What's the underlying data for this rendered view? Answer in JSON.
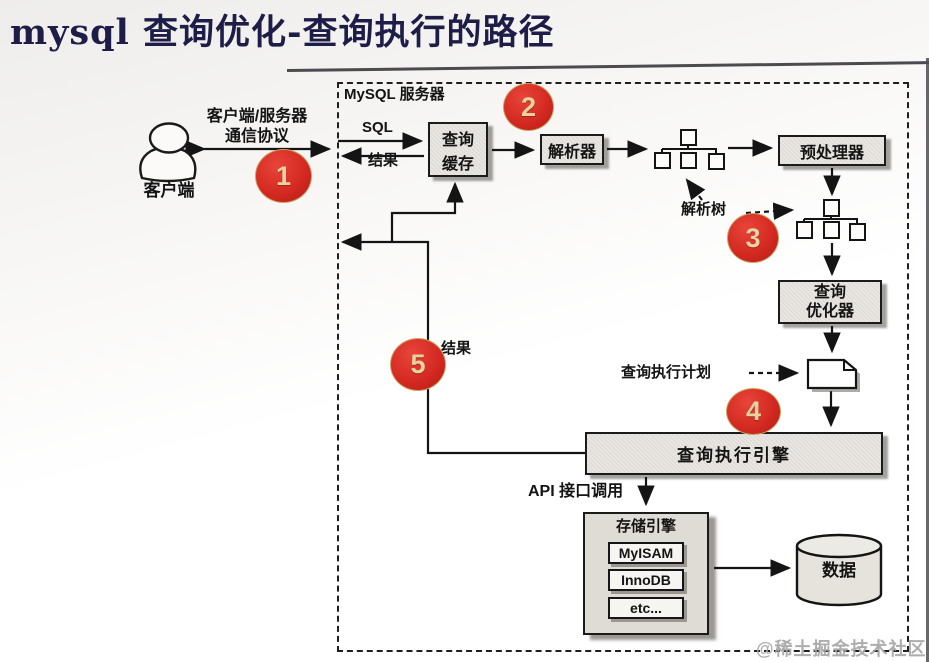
{
  "page": {
    "title": "mysql 查询优化-查询执行的路径",
    "watermark": "@稀土掘金技术社区"
  },
  "diagram": {
    "server_label": "MySQL 服务器",
    "client": {
      "label": "客户端",
      "protocol_line1": "客户端/服务器",
      "protocol_line2": "通信协议"
    },
    "labels": {
      "sql": "SQL",
      "result_to_client": "结果",
      "result_mid": "结果",
      "parse_tree": "解析树",
      "query_plan": "查询执行计划",
      "api_call": "API 接口调用"
    },
    "nodes": {
      "query_cache_line1": "查询",
      "query_cache_line2": "缓存",
      "parser": "解析器",
      "preprocessor": "预处理器",
      "optimizer_line1": "查询",
      "optimizer_line2": "优化器",
      "execution_engine": "查询执行引擎",
      "storage_engine": "存储引擎",
      "engines": [
        "MyISAM",
        "InnoDB",
        "etc..."
      ],
      "data_store": "数据"
    },
    "steps": [
      "1",
      "2",
      "3",
      "4",
      "5"
    ],
    "colors": {
      "step_red": "#d42a22",
      "step_number": "#e9d2a0",
      "title_navy": "#1d1d47",
      "line_black": "#141414"
    }
  }
}
